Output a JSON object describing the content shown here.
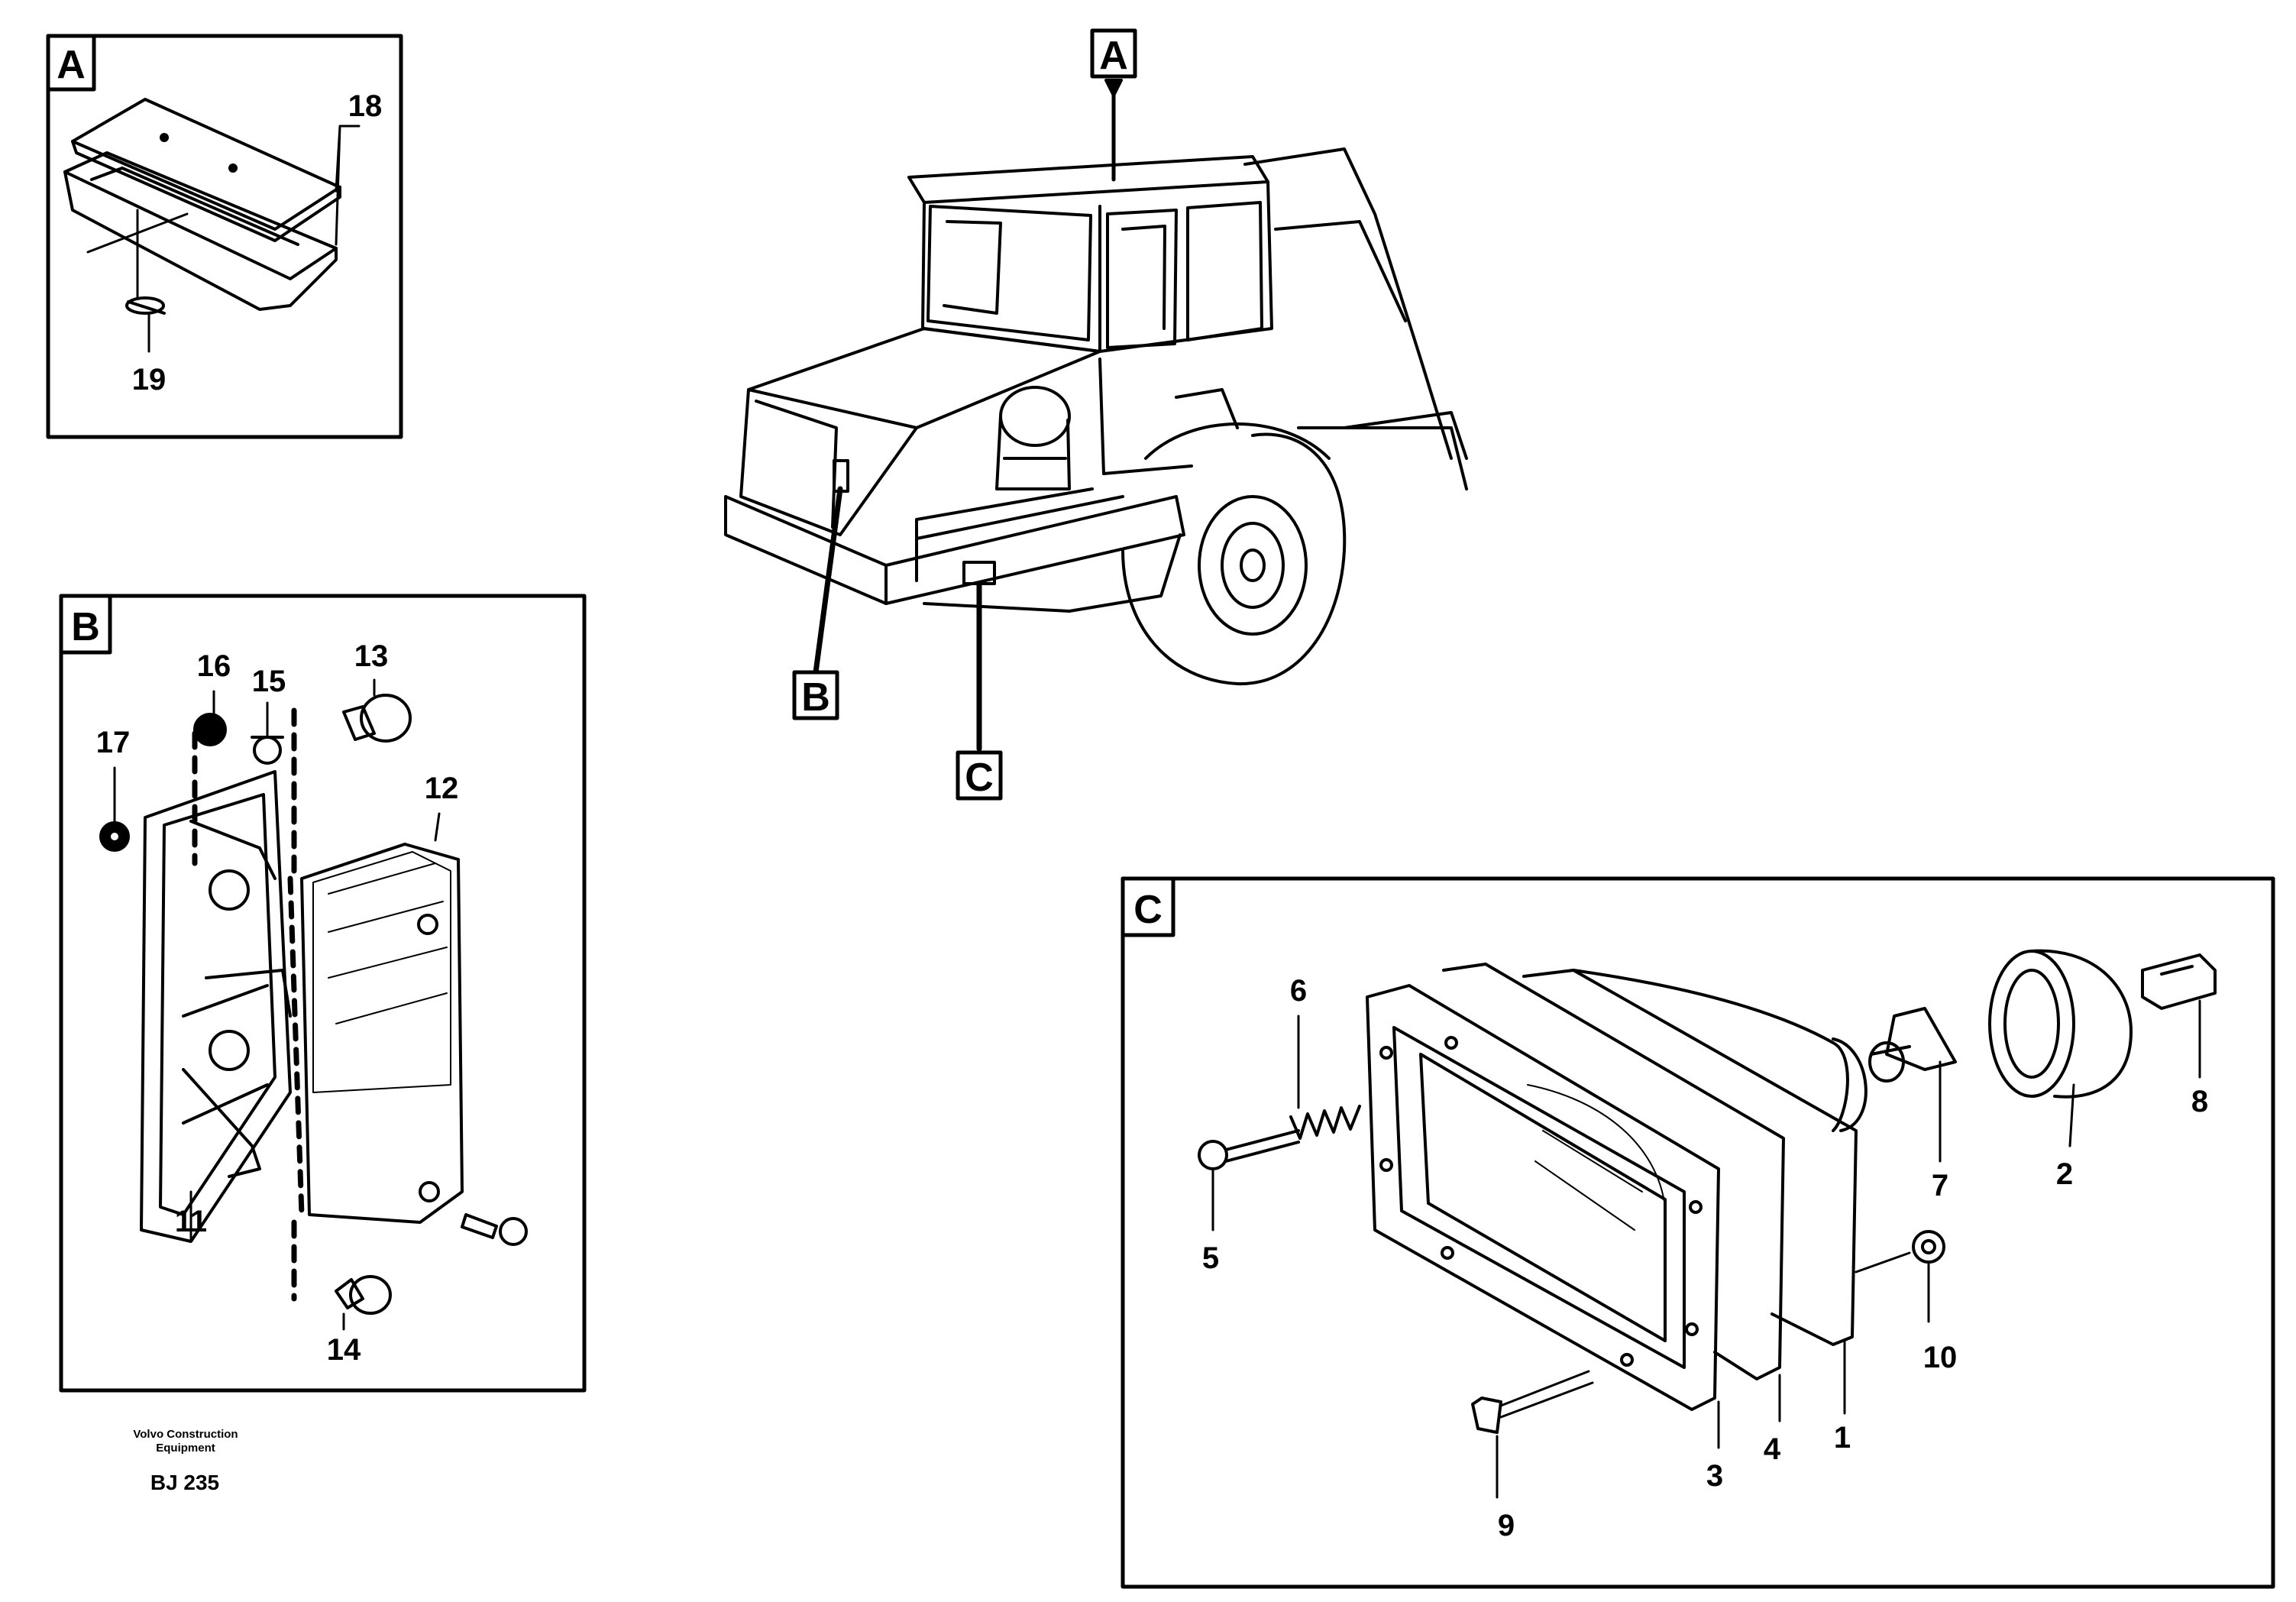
{
  "main_view": {
    "callout_a": "A",
    "callout_b": "B",
    "callout_c": "C"
  },
  "panel_a": {
    "tag": "A",
    "parts": {
      "p18": "18",
      "p19": "19"
    }
  },
  "panel_b": {
    "tag": "B",
    "parts": {
      "p11": "11",
      "p12": "12",
      "p13": "13",
      "p14": "14",
      "p15": "15",
      "p16": "16",
      "p17": "17"
    }
  },
  "panel_c": {
    "tag": "C",
    "parts": {
      "p1": "1",
      "p2": "2",
      "p3": "3",
      "p4": "4",
      "p5": "5",
      "p6": "6",
      "p7": "7",
      "p8": "8",
      "p9": "9",
      "p10": "10"
    }
  },
  "footer": {
    "company_line1": "Volvo Construction",
    "company_line2": "Equipment",
    "code": "BJ 235"
  }
}
